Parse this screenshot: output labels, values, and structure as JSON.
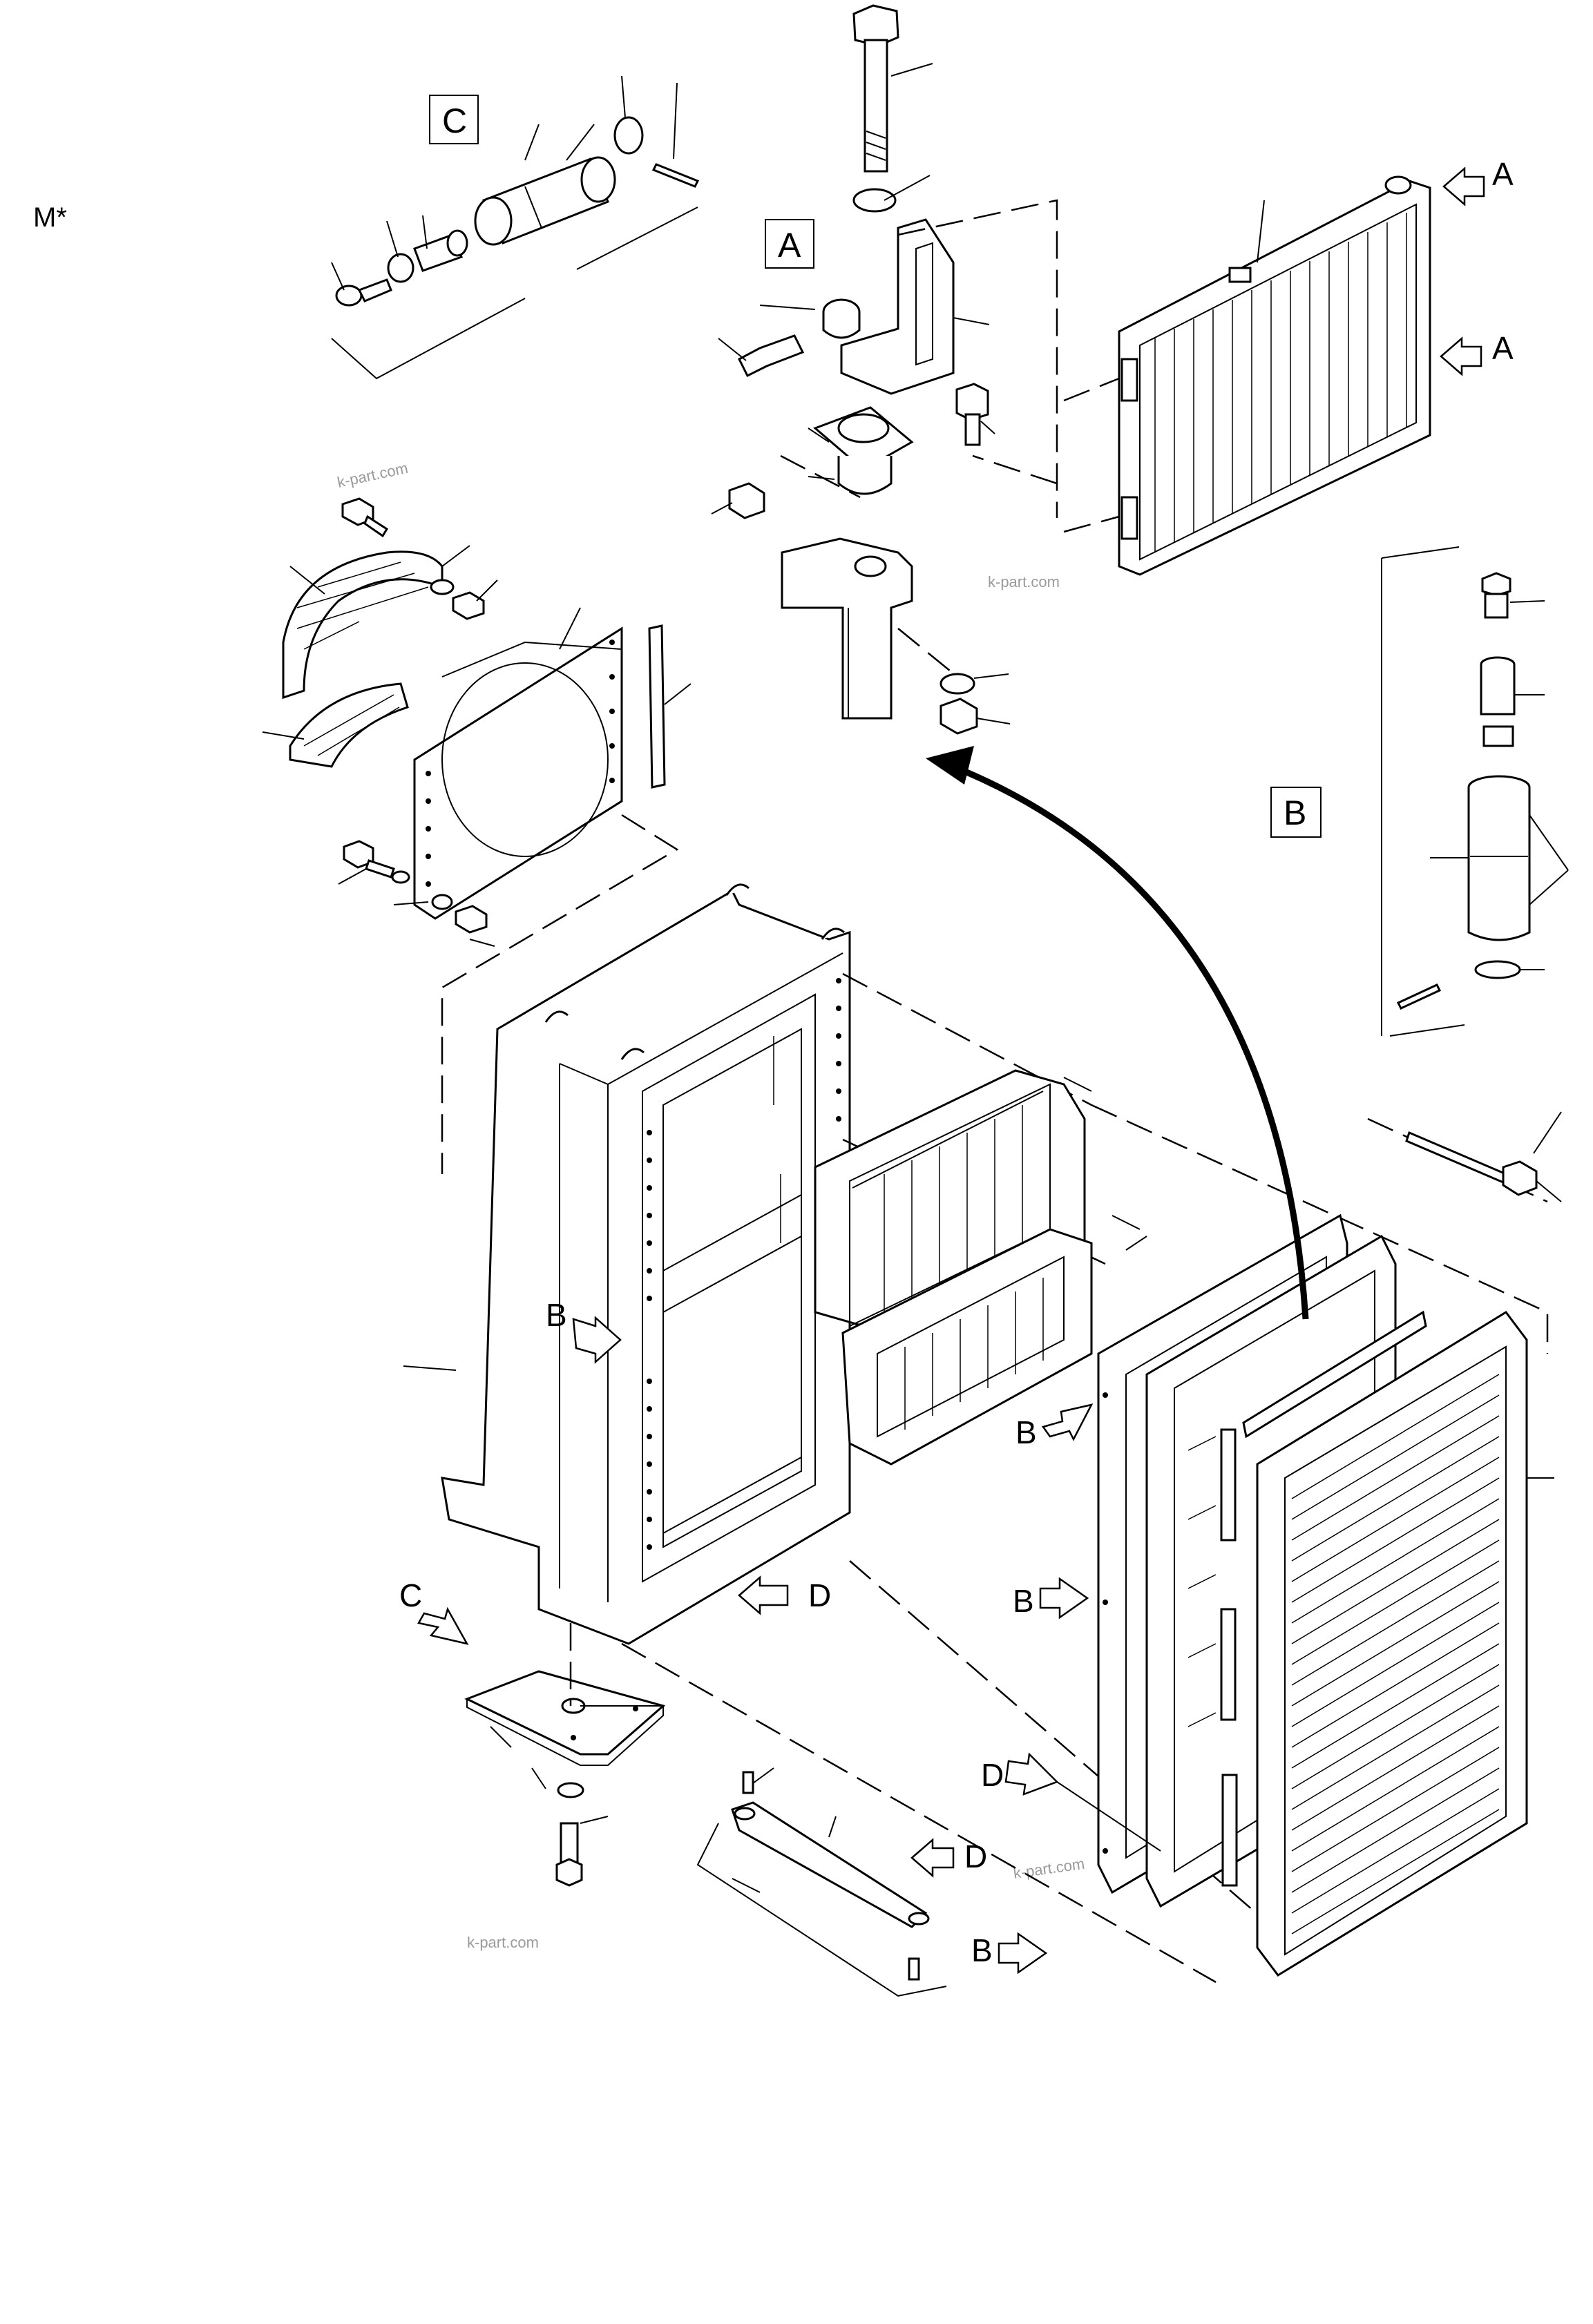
{
  "page": {
    "corner_label": "M*"
  },
  "boxed_labels": {
    "c": "C",
    "a": "A",
    "b": "B"
  },
  "view_arrows": {
    "a_upper": "A",
    "a_lower": "A",
    "b_frame_left": "B",
    "b_panel_upper": "B",
    "b_panel_middle": "B",
    "b_panel_lower": "B",
    "c_base_plate": "C",
    "d_frame_bottom": "D",
    "d_panel": "D",
    "d_bar": "D"
  },
  "watermarks": [
    "k-part.com",
    "k-part.com",
    "k-part.com",
    "k-part.com"
  ]
}
